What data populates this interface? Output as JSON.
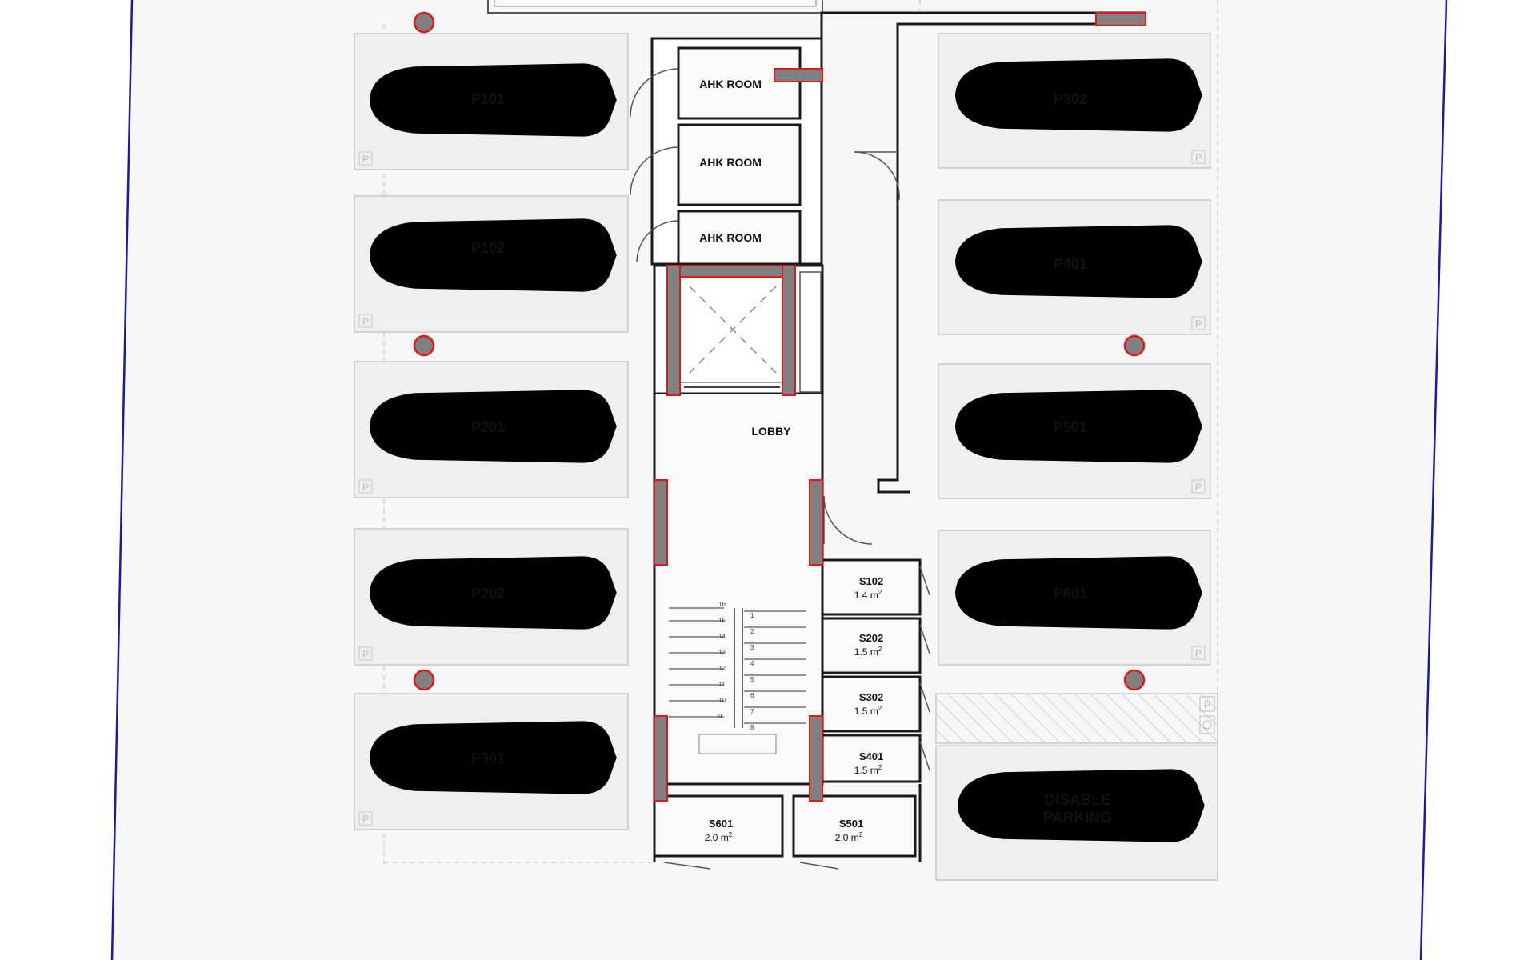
{
  "colors": {
    "boundary": "#1a1aa8",
    "wall": "#1a1a1a",
    "column": "#808080",
    "column_outline": "#e01818",
    "bay": "#efefef",
    "background": "#f7f7f7",
    "car_outline": "#c9c9c9"
  },
  "parking_left": [
    "P101",
    "P102",
    "P201",
    "P202",
    "P301"
  ],
  "parking_right": [
    "P302",
    "P401",
    "P501",
    "P601"
  ],
  "disabled_parking": [
    "DISABLE",
    "PARKING"
  ],
  "parking_sign": "P",
  "disabled_icon": "wheelchair-icon",
  "rooms": {
    "ahk": [
      "AHK ROOM",
      "AHK ROOM",
      "AHK ROOM"
    ],
    "lobby": "LOBBY"
  },
  "storage": [
    {
      "name": "S102",
      "area": "1.4 m",
      "unit": "2"
    },
    {
      "name": "S202",
      "area": "1.5 m",
      "unit": "2"
    },
    {
      "name": "S302",
      "area": "1.5 m",
      "unit": "2"
    },
    {
      "name": "S401",
      "area": "1.5 m",
      "unit": "2"
    },
    {
      "name": "S601",
      "area": "2.0 m",
      "unit": "2"
    },
    {
      "name": "S501",
      "area": "2.0 m",
      "unit": "2"
    }
  ],
  "stair_numbers_left": [
    "16",
    "15",
    "14",
    "13",
    "12",
    "11",
    "10",
    "9"
  ],
  "stair_numbers_right": [
    "1",
    "2",
    "3",
    "4",
    "5",
    "6",
    "7",
    "8"
  ]
}
